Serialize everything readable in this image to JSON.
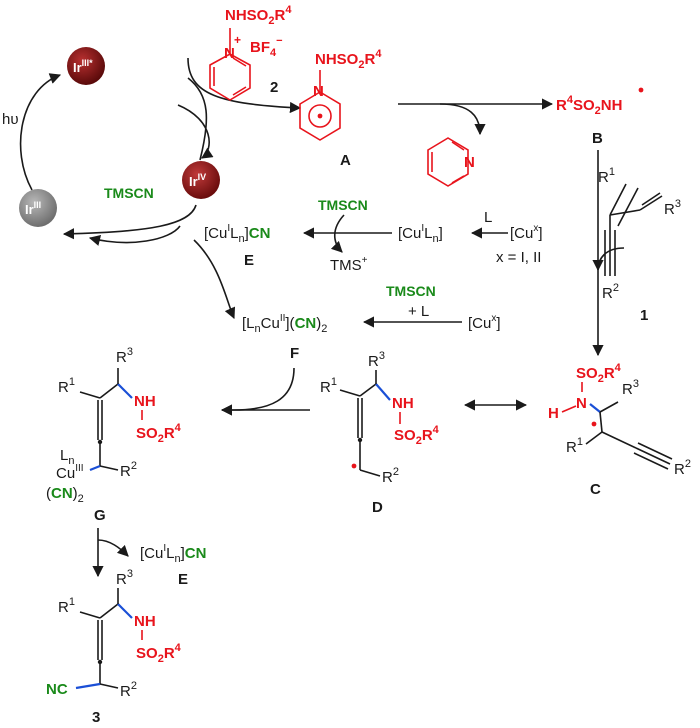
{
  "iridium": {
    "excited": "Ir",
    "excited_sup": "III*",
    "oxidized": "Ir",
    "oxidized_sup": "IV",
    "ground": "Ir",
    "ground_sup": "III",
    "light": "hυ"
  },
  "reagent2": {
    "substituent": "NHSO",
    "sub2": "2",
    "sub_r": "R",
    "sub_r4": "4",
    "plus": "+",
    "counterion": "BF",
    "counterion_sub": "4",
    "counterion_sup": "−",
    "label": "2"
  },
  "radicalA": {
    "substituent": "NHSO",
    "sub2": "2",
    "sub_r": "R",
    "sub_r4": "4",
    "n": "N",
    "label": "A"
  },
  "radicalB": {
    "text_r": "R",
    "text_4": "4",
    "text_so": "SO",
    "text_2": "2",
    "text_nh": "NH",
    "label": "B"
  },
  "pyridine_n": "N",
  "substrate1": {
    "r1": "R",
    "r1_sub": "1",
    "r2": "R",
    "r2_sub": "2",
    "r3": "R",
    "r3_sub": "3",
    "label": "1"
  },
  "copper": {
    "tmscn_a": "TMSCN",
    "tmscn_b": "TMSCN",
    "tmscn_c": "TMSCN",
    "cu_E_pre": "[Cu",
    "cu_E_sup": "I",
    "cu_E_L": "L",
    "cu_E_n": "n",
    "cu_E_close": "]",
    "cu_E_cn": "CN",
    "label_E": "E",
    "cuL_pre": "[Cu",
    "cuL_sup": "I",
    "cuL_L": "L",
    "cuL_n": "n",
    "cuL_close": "]",
    "L": "L",
    "cux_pre": "[Cu",
    "cux_sup": "x",
    "cux_close": "]",
    "x_note": "x = I, II",
    "tms_plus": "TMS",
    "tms_plus_sup": "+",
    "F_pre": "[L",
    "F_n": "n",
    "F_cu": "Cu",
    "F_sup": "II",
    "F_close": "](",
    "F_cn": "CN",
    "F_close2": ")",
    "F_sub": "2",
    "label_F": "F",
    "plus_L": "+ L",
    "cux2_pre": "[Cu",
    "cux2_sup": "x",
    "cux2_close": "]",
    "cu_E2_pre": "[Cu",
    "cu_E2_sup": "I",
    "cu_E2_L": "L",
    "cu_E2_n": "n",
    "cu_E2_close": "]",
    "cu_E2_cn": "CN",
    "label_E2": "E"
  },
  "radicalC": {
    "so": "SO",
    "so_2": "2",
    "so_r": "R",
    "so_4": "4",
    "n": "N",
    "h": "H",
    "r1": "R",
    "r1_sub": "1",
    "r2": "R",
    "r2_sub": "2",
    "r3": "R",
    "r3_sub": "3",
    "label": "C"
  },
  "radicalD": {
    "r1": "R",
    "r1_sub": "1",
    "r2": "R",
    "r2_sub": "2",
    "r3": "R",
    "r3_sub": "3",
    "nh": "NH",
    "so": "SO",
    "so_2": "2",
    "so_r": "R",
    "so_4": "4",
    "label": "D"
  },
  "complexG": {
    "r1": "R",
    "r1_sub": "1",
    "r2": "R",
    "r2_sub": "2",
    "r3": "R",
    "r3_sub": "3",
    "nh": "NH",
    "so": "SO",
    "so_2": "2",
    "so_r": "R",
    "so_4": "4",
    "ln": "L",
    "ln_sub": "n",
    "cu": "Cu",
    "cu_sup": "III",
    "cn_open": "(",
    "cn": "CN",
    "cn_close": ")",
    "cn_sub": "2",
    "label": "G"
  },
  "product3": {
    "r1": "R",
    "r1_sub": "1",
    "r2": "R",
    "r2_sub": "2",
    "r3": "R",
    "r3_sub": "3",
    "nh": "NH",
    "so": "SO",
    "so_2": "2",
    "so_r": "R",
    "so_4": "4",
    "nc": "NC",
    "label": "3"
  },
  "colors": {
    "red": "#e8141c",
    "green": "#1a8a1a",
    "blue": "#1a4fd6",
    "ir_excited": "#7a1010",
    "ir_oxidized": "#8a1414",
    "ir_ground": "#8c8c8c"
  }
}
